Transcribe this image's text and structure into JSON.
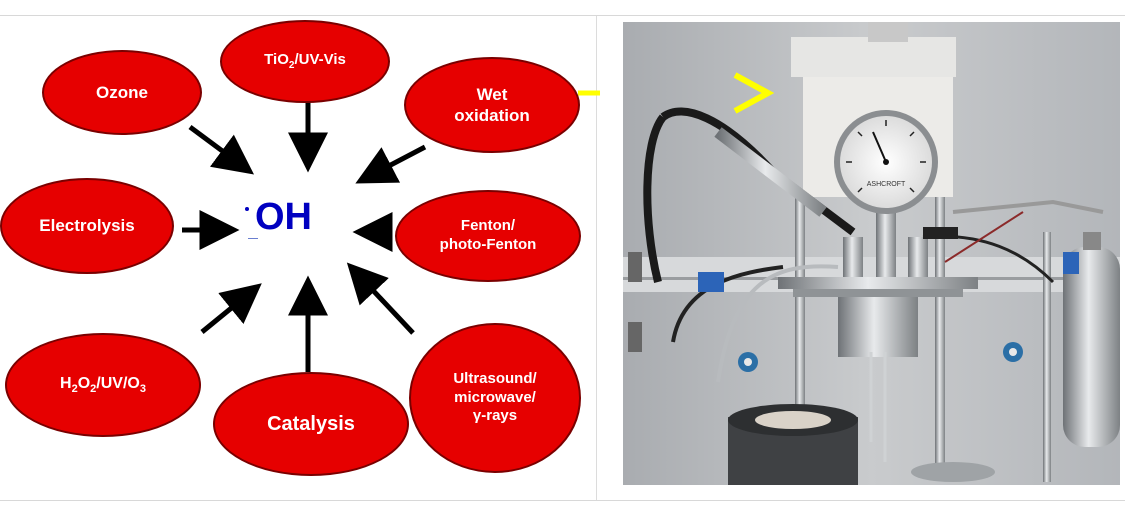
{
  "diagram": {
    "center": "OH",
    "center_radical": "·",
    "methods": {
      "ozone": "Ozone",
      "tio2_prefix": "TiO",
      "tio2_sub": "2",
      "tio2_suffix": "/UV-Vis",
      "wet_line1": "Wet",
      "wet_line2": "oxidation",
      "electrolysis": "Electrolysis",
      "fenton_line1": "Fenton/",
      "fenton_line2": "photo-Fenton",
      "h2o2_h": "H",
      "h2o2_sub1": "2",
      "h2o2_o": "O",
      "h2o2_sub2": "2",
      "h2o2_mid": "/UV/O",
      "h2o2_sub3": "3",
      "catalysis": "Catalysis",
      "ultra_line1": "Ultrasound/",
      "ultra_line2": "microwave/",
      "ultra_line3": "γ-rays"
    }
  },
  "colors": {
    "node_fill": "#e60000",
    "node_border": "#7a0000",
    "center_text": "#0000c0",
    "arrow": "#000000",
    "pointer_arrow": "#ffff00"
  },
  "photo": {
    "gauge_label": "ASHCROFT"
  }
}
